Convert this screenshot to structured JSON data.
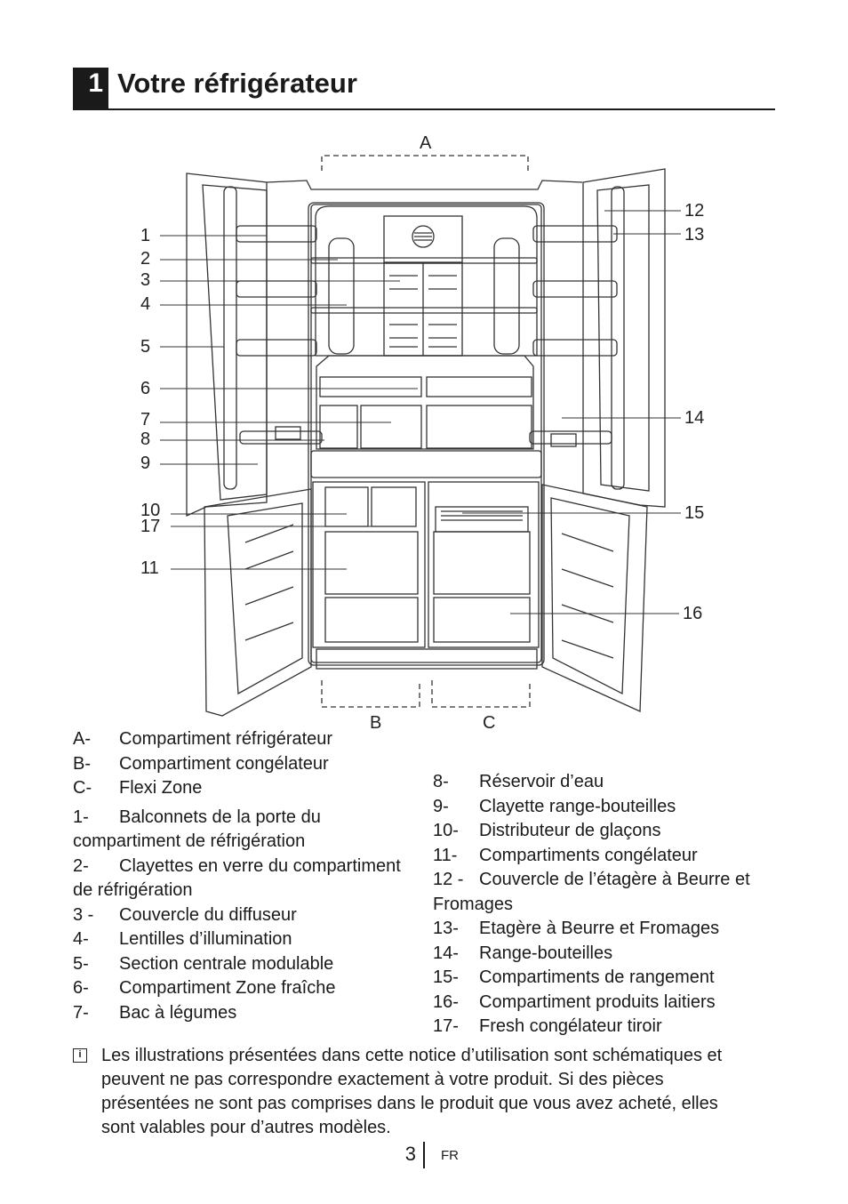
{
  "heading": {
    "number": "1",
    "title": "Votre réfrigérateur"
  },
  "diagram_labels": {
    "A": "A",
    "B": "B",
    "C": "C",
    "n1": "1",
    "n2": "2",
    "n3": "3",
    "n4": "4",
    "n5": "5",
    "n6": "6",
    "n7": "7",
    "n8": "8",
    "n9": "9",
    "n10": "10",
    "n17": "17",
    "n11": "11",
    "n12": "12",
    "n13": "13",
    "n14": "14",
    "n15": "15",
    "n16": "16"
  },
  "legend_left": [
    {
      "key": "A-",
      "text": "Compartiment réfrigérateur"
    },
    {
      "key": "B-",
      "text": "Compartiment congélateur"
    },
    {
      "key": "C-",
      "text": "Flexi Zone"
    },
    {
      "key": "1-",
      "text": "Balconnets de la porte du compartiment de réfrigération"
    },
    {
      "key": "2-",
      "text": "Clayettes en verre du compartiment de réfrigération"
    },
    {
      "key": "3 -",
      "text": "Couvercle du diffuseur"
    },
    {
      "key": "4-",
      "text": "Lentilles d’illumination"
    },
    {
      "key": "5-",
      "text": "Section centrale modulable"
    },
    {
      "key": "6-",
      "text": "Compartiment Zone fraîche"
    },
    {
      "key": "7-",
      "text": "Bac à légumes"
    }
  ],
  "legend_right": [
    {
      "key": "8-",
      "text": "Réservoir d’eau"
    },
    {
      "key": "9-",
      "text": "Clayette range-bouteilles"
    },
    {
      "key": "10-",
      "text": "Distributeur de glaçons"
    },
    {
      "key": "11-",
      "text": "Compartiments congélateur"
    },
    {
      "key": "12 -",
      "text": "Couvercle de l’étagère à Beurre et Fromages"
    },
    {
      "key": "13-",
      "text": "Etagère à Beurre et Fromages"
    },
    {
      "key": "14-",
      "text": "Range-bouteilles"
    },
    {
      "key": "15-",
      "text": "Compartiments de rangement"
    },
    {
      "key": "16-",
      "text": "Compartiment produits laitiers"
    },
    {
      "key": "17-",
      "text": "Fresh congélateur tiroir"
    }
  ],
  "note": {
    "icon": "info-icon",
    "text": "Les illustrations présentées dans cette notice d’utilisation sont schématiques et peuvent ne pas correspondre exactement à votre produit. Si des pièces présentées ne sont pas comprises dans le produit que vous avez acheté, elles sont valables pour d’autres modèles."
  },
  "footer": {
    "page": "3",
    "lang": "FR"
  }
}
